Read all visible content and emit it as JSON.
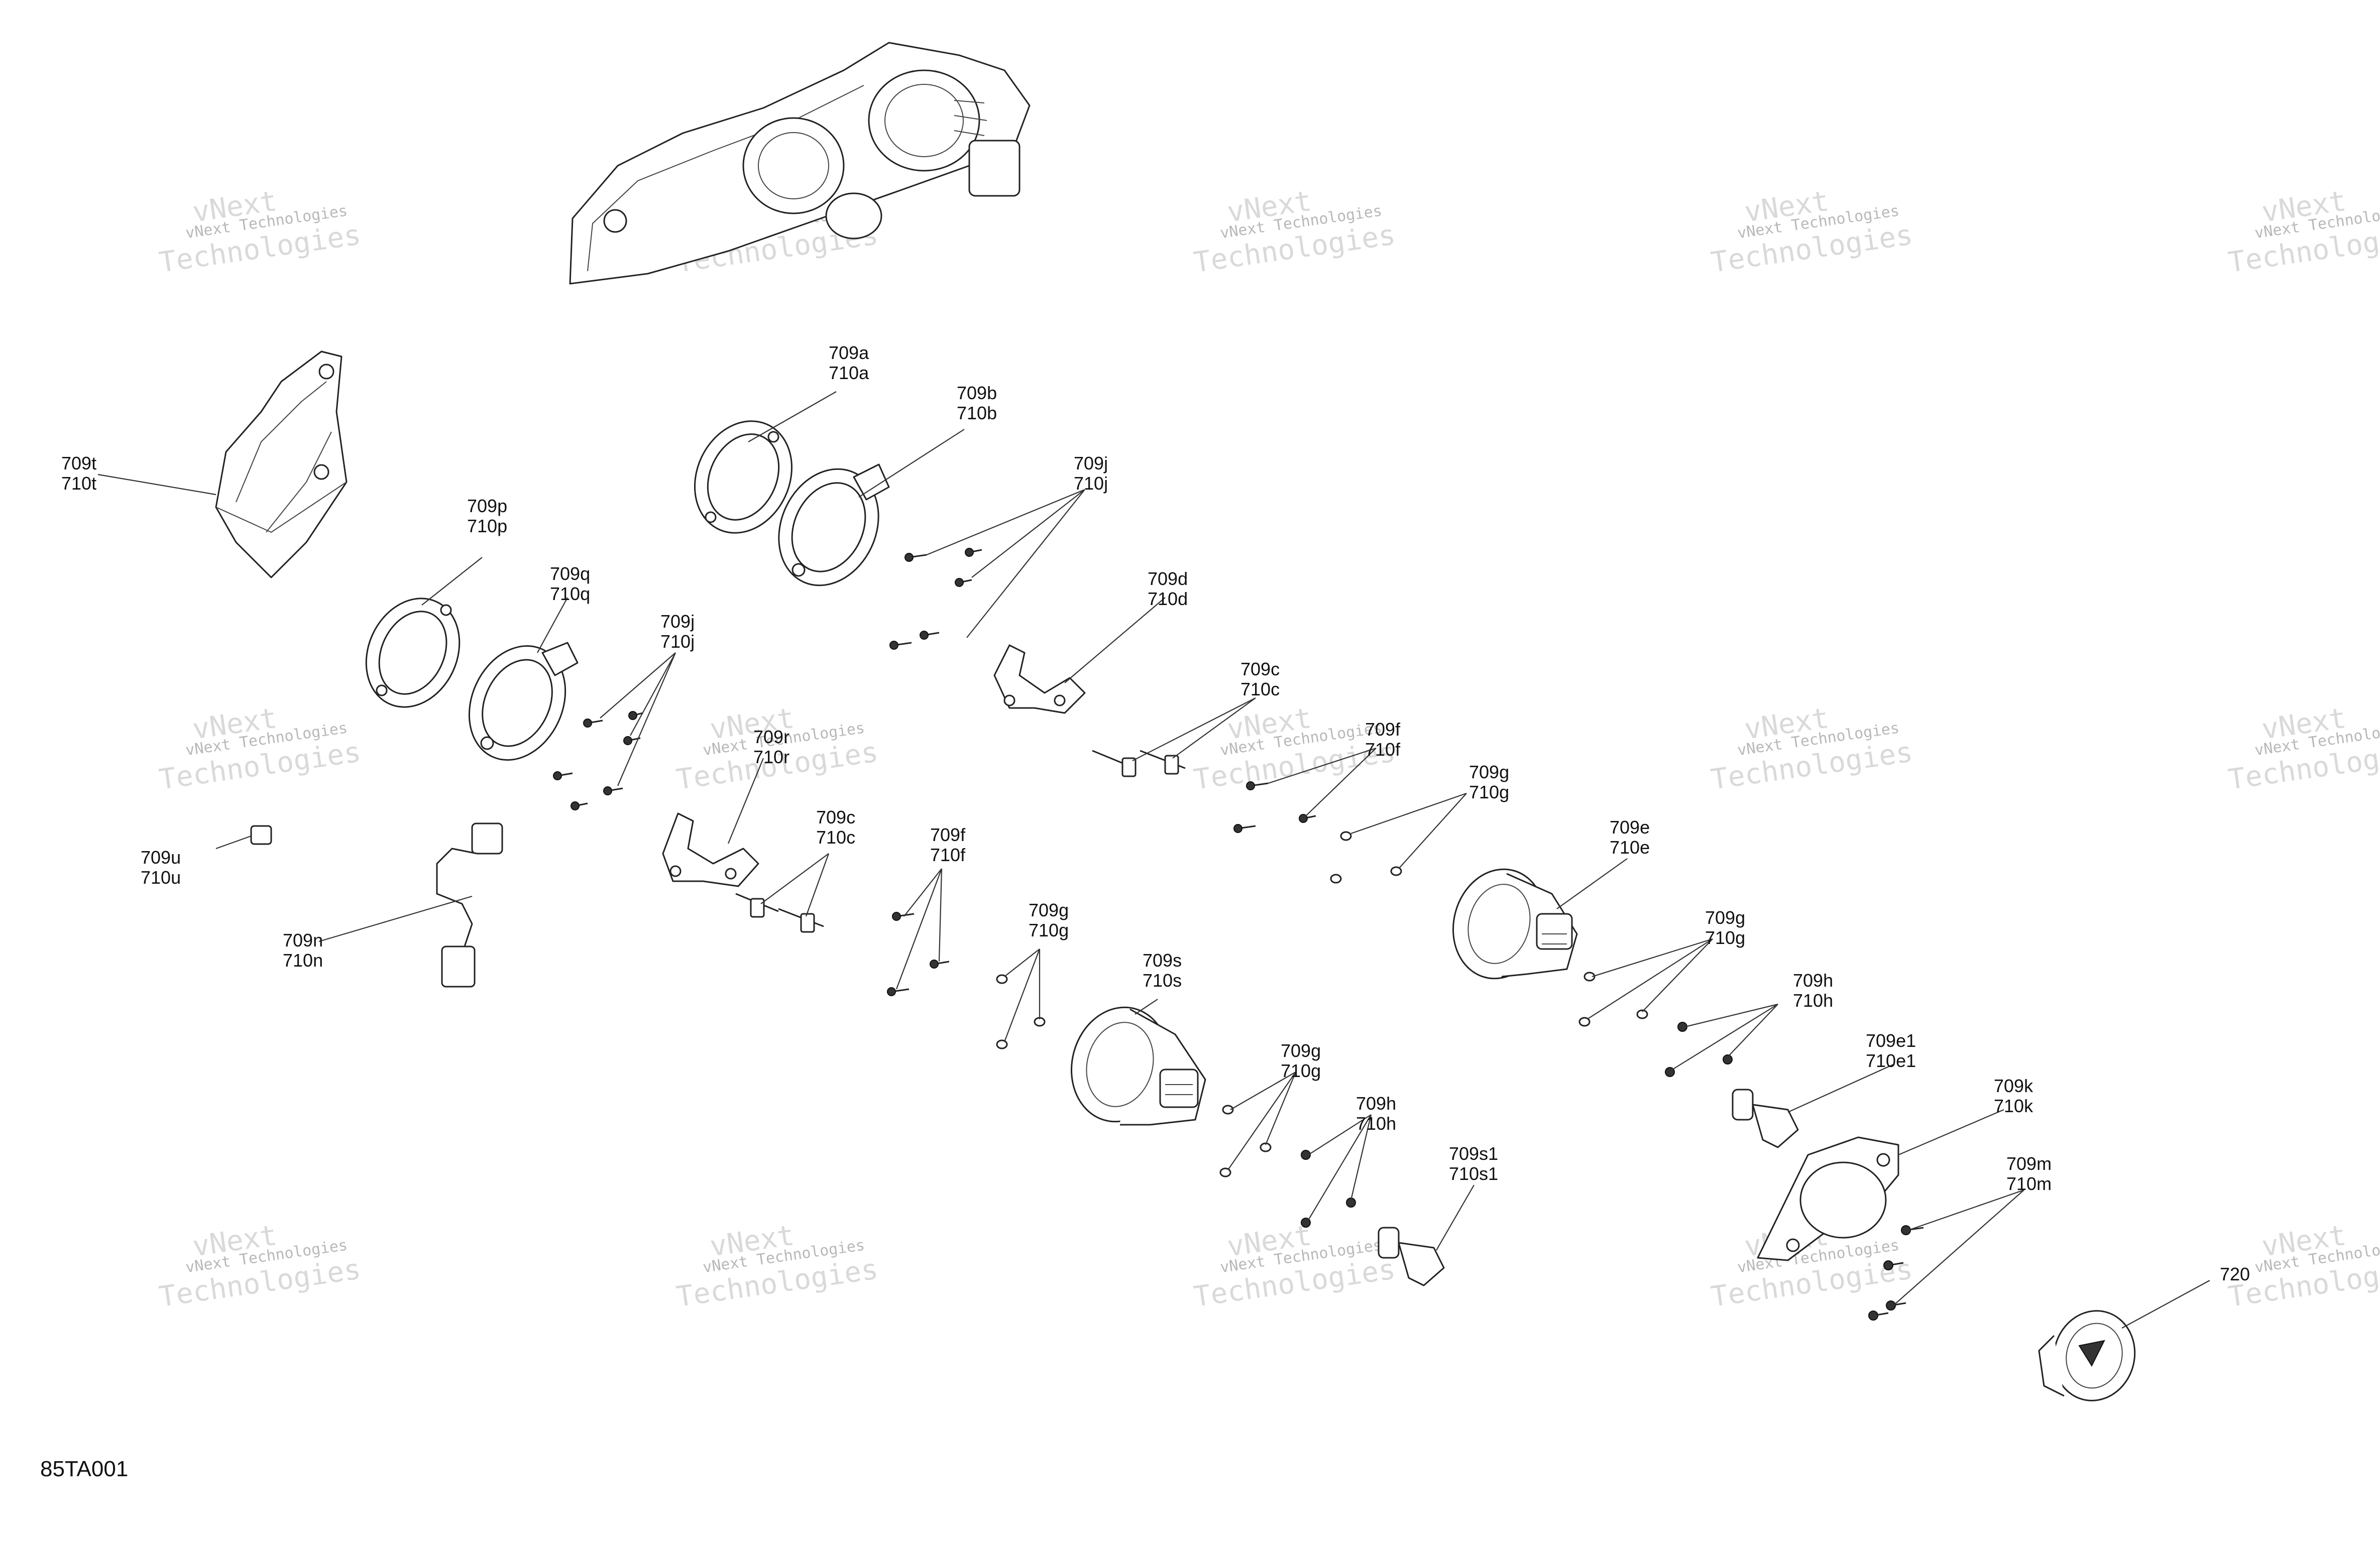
{
  "diagram_id": "85TA001",
  "watermark": {
    "line1": "vNext Technologies",
    "line2": "vNext",
    "line3": "Technologies"
  },
  "callouts": [
    {
      "top": "709a",
      "bottom": "710a"
    },
    {
      "top": "709b",
      "bottom": "710b"
    },
    {
      "top": "709j",
      "bottom": "710j"
    },
    {
      "top": "709t",
      "bottom": "710t"
    },
    {
      "top": "709p",
      "bottom": "710p"
    },
    {
      "top": "709q",
      "bottom": "710q"
    },
    {
      "top": "709j",
      "bottom": "710j"
    },
    {
      "top": "709d",
      "bottom": "710d"
    },
    {
      "top": "709r",
      "bottom": "710r"
    },
    {
      "top": "709c",
      "bottom": "710c"
    },
    {
      "top": "709f",
      "bottom": "710f"
    },
    {
      "top": "709g",
      "bottom": "710g"
    },
    {
      "top": "709e",
      "bottom": "710e"
    },
    {
      "top": "709u",
      "bottom": "710u"
    },
    {
      "top": "709c",
      "bottom": "710c"
    },
    {
      "top": "709f",
      "bottom": "710f"
    },
    {
      "top": "709n",
      "bottom": "710n"
    },
    {
      "top": "709g",
      "bottom": "710g"
    },
    {
      "top": "709g",
      "bottom": "710g"
    },
    {
      "top": "709s",
      "bottom": "710s"
    },
    {
      "top": "709h",
      "bottom": "710h"
    },
    {
      "top": "709e1",
      "bottom": "710e1"
    },
    {
      "top": "709g",
      "bottom": "710g"
    },
    {
      "top": "709k",
      "bottom": "710k"
    },
    {
      "top": "709h",
      "bottom": "710h"
    },
    {
      "top": "709s1",
      "bottom": "710s1"
    },
    {
      "top": "709m",
      "bottom": "710m"
    },
    {
      "top": "720",
      "bottom": ""
    }
  ]
}
